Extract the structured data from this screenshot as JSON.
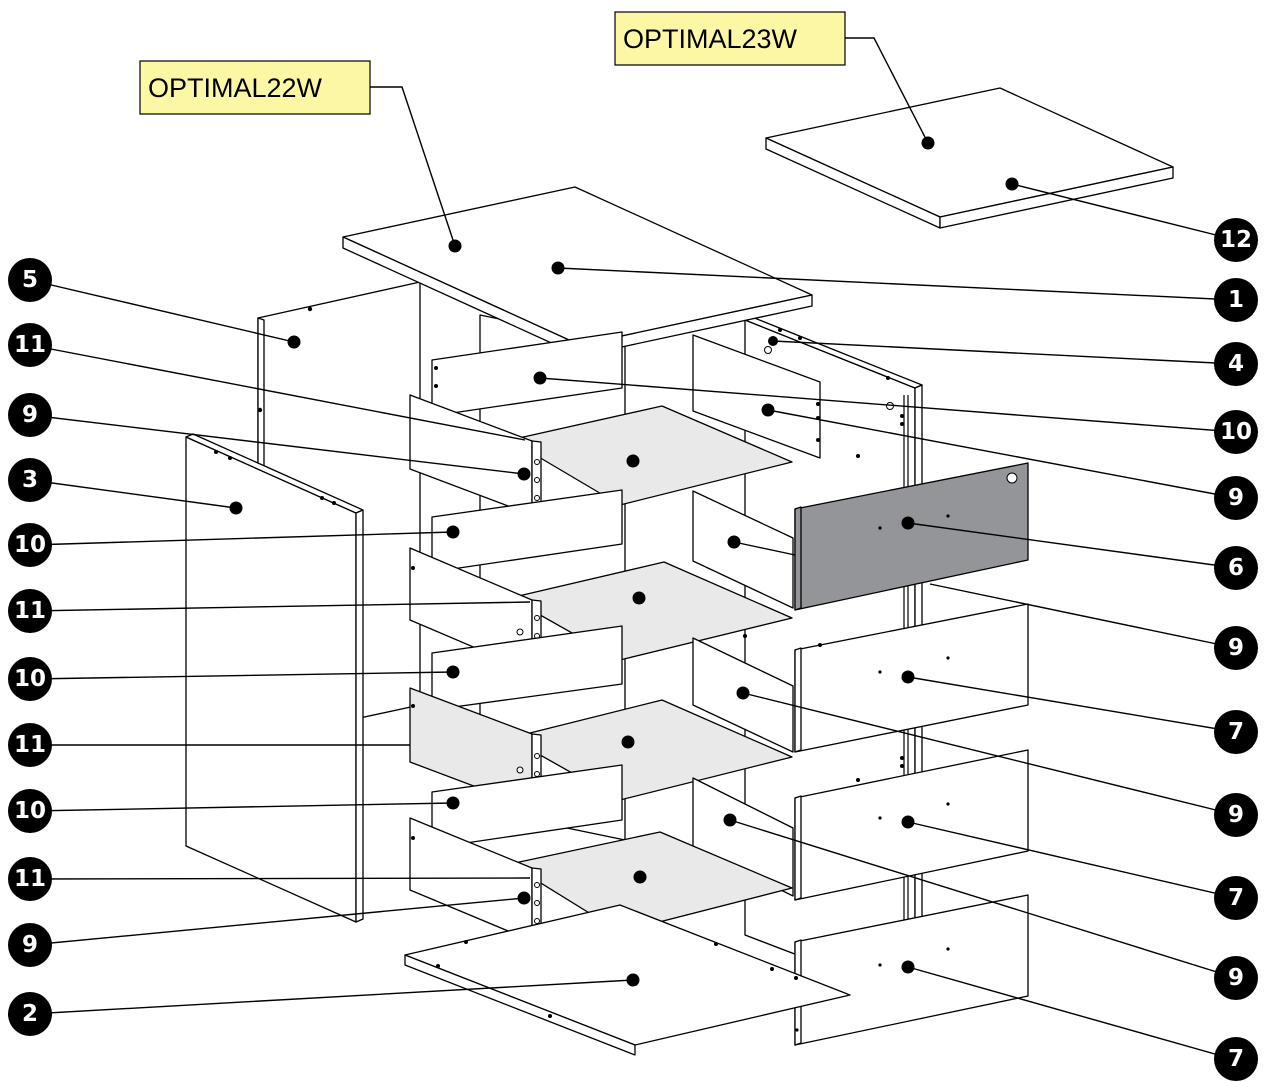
{
  "codes": {
    "top": "OPTIMAL22W",
    "extra_top": "OPTIMAL23W"
  },
  "callouts": {
    "top_panel": "1",
    "bottom_panel": "2",
    "left_side": "3",
    "right_side": "4",
    "back_panel": "5",
    "front_dark": "6",
    "front_2": "7",
    "front_3": "7",
    "front_4": "7",
    "drawer_side_l1": "9",
    "drawer_side_r1": "9",
    "drawer_side_r2": "9",
    "drawer_side_r3": "9",
    "drawer_side_r4": "9",
    "drawer_side_l4": "9",
    "drawer_back_1": "10",
    "drawer_back_2": "10",
    "drawer_back_3": "10",
    "drawer_back_4": "10",
    "drawer_bottom_1": "11",
    "drawer_bottom_2": "11",
    "drawer_bottom_3": "11",
    "drawer_bottom_4": "11",
    "extra_top": "12"
  }
}
